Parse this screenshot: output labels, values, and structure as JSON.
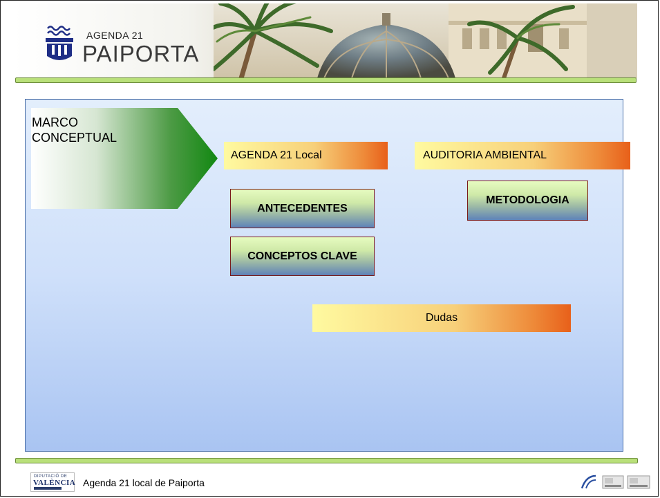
{
  "header": {
    "logo_top": "AGENDA 21",
    "logo_main": "PAIPORTA"
  },
  "main": {
    "marco_line1": "MARCO",
    "marco_line2": "CONCEPTUAL",
    "agenda_label": "AGENDA 21 Local",
    "auditoria_label": "AUDITORIA AMBIENTAL",
    "antecedentes_label": "ANTECEDENTES",
    "conceptos_label": "CONCEPTOS CLAVE",
    "metodologia_label": "METODOLOGIA",
    "dudas_label": "Dudas"
  },
  "footer": {
    "dv_line1": "DIPUTACIÓ DE",
    "dv_line2": "VALÈNCIA",
    "text": "Agenda 21 local  de Paiporta"
  },
  "icons": {
    "logo": "paiporta-wave-logo-icon",
    "banner": "palm-dome-photo",
    "dv": "diputacio-valencia-logo",
    "certs": "iso-certification-icon"
  },
  "colors": {
    "accent_green": "#b9e07a",
    "panel_blue": "#cfe0fa",
    "orange": "#e8601a",
    "arrow_green": "#1a8c1a"
  }
}
